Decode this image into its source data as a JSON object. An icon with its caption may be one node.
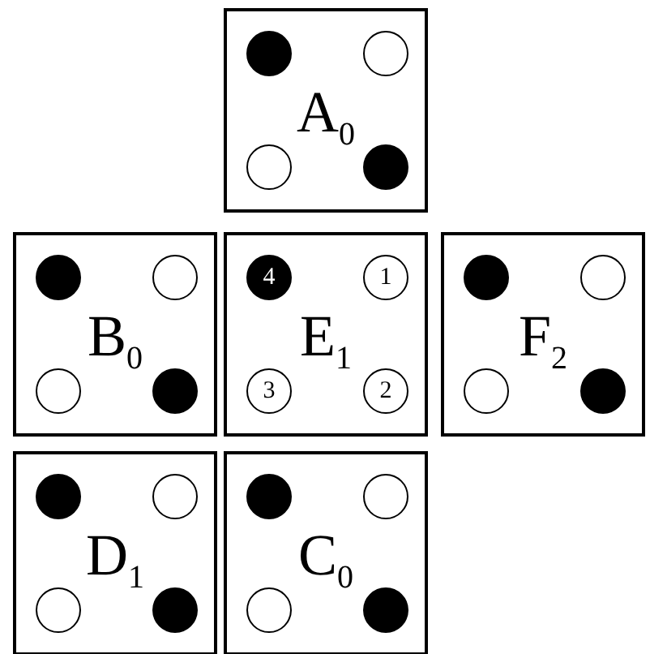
{
  "diagram": {
    "nodes": [
      {
        "text": [
          "A$_{0}$"
        ]
      },
      {
        "text": [],
        "shape": "circle",
        "in": 0
      },
      {
        "text": [],
        "shape": "circle",
        "in": 0
      },
      {
        "text": [],
        "shape": "circle",
        "in": 0
      },
      {
        "text": [],
        "shape": "circle",
        "in": 0
      },
      {
        "text": [
          "B$_{0}$"
        ]
      },
      {
        "text": [],
        "shape": "circle",
        "in": 5
      },
      {
        "text": [],
        "shape": "circle",
        "in": 5
      },
      {
        "text": [],
        "shape": "circle",
        "in": 5
      },
      {
        "text": [],
        "shape": "circle",
        "in": 5
      },
      {
        "text": [
          "E$_{1}$"
        ]
      },
      {
        "text": [
          "4"
        ],
        "in": 10
      },
      {
        "text": [
          "1"
        ],
        "in": 10
      },
      {
        "text": [
          "3"
        ],
        "in": 10
      },
      {
        "text": [
          "2"
        ],
        "in": 10
      },
      {
        "text": [
          "F$_{2}$"
        ]
      },
      {
        "text": [],
        "shape": "circle",
        "in": 15
      },
      {
        "text": [],
        "shape": "circle",
        "in": 15
      },
      {
        "text": [],
        "shape": "circle",
        "in": 15
      },
      {
        "text": [],
        "shape": "circle",
        "in": 15
      },
      {
        "text": [
          "D$_{1}$"
        ]
      },
      {
        "text": [],
        "shape": "circle",
        "in": 20
      },
      {
        "text": [],
        "shape": "circle",
        "in": 20
      },
      {
        "text": [],
        "shape": "circle",
        "in": 20
      },
      {
        "text": [],
        "shape": "circle",
        "in": 20
      },
      {
        "text": [
          "C$_{0}$"
        ]
      },
      {
        "text": [],
        "shape": "circle",
        "in": 25
      },
      {
        "text": [],
        "shape": "circle",
        "in": 25
      },
      {
        "text": [],
        "shape": "circle",
        "in": 25
      },
      {
        "text": [],
        "shape": "circle",
        "in": 25
      }
    ]
  }
}
